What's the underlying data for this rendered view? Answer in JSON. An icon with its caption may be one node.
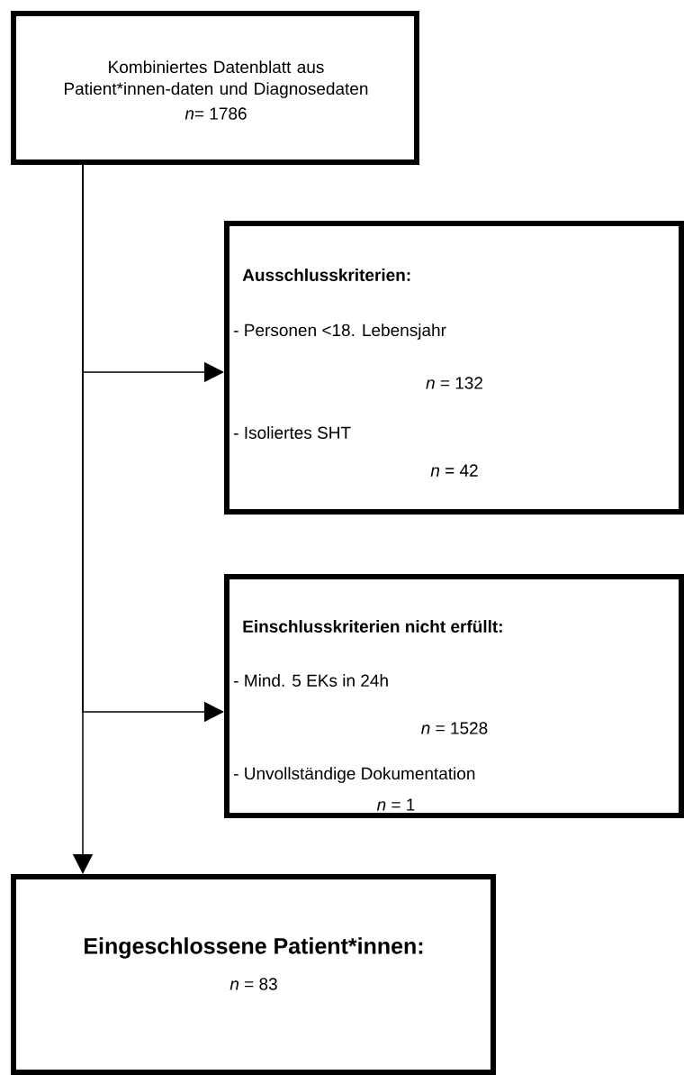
{
  "diagram": {
    "nodes": [
      {
        "text": [
          "Kombiniertes Datenblatt aus Patient*innen-daten und Diagnosedaten",
          "*n*= 1786"
        ]
      },
      {
        "text": [
          "Ausschlusskriterien:",
          "- Personen <18. Lebensjahr",
          "*n* = 132",
          "- Isoliertes SHT",
          "*n* = 42"
        ]
      },
      {
        "text": [
          "Einschlusskriterien nicht erfüllt:",
          "- Mind. 5 EKs in 24h",
          "*n* = 1528",
          "- Unvollständige  Dokumentation",
          "*n* = 1"
        ]
      },
      {
        "text": [
          "Eingeschlossene Patient*innen:",
          "*n* = 83"
        ]
      }
    ],
    "edges": [
      {
        "from": 0,
        "to": 1,
        "arrow": "to"
      },
      {
        "from": 0,
        "to": 2,
        "arrow": "to"
      },
      {
        "from": 0,
        "to": 3,
        "arrow": "to"
      }
    ]
  }
}
